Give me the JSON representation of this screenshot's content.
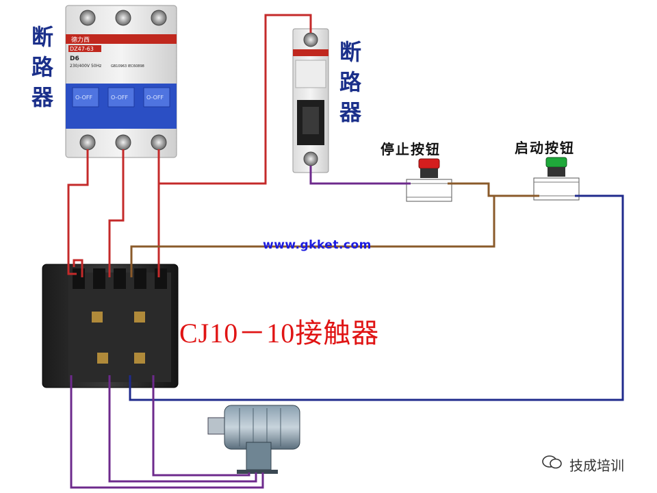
{
  "labels": {
    "breaker_3p": "断路器",
    "breaker_1p": "断路器",
    "stop_button": "停止按钮",
    "start_button": "启动按钮",
    "contactor": "CJ10－10接触器",
    "website": "www.gkket.com",
    "watermark": "技成培训"
  },
  "breaker_3p_face": {
    "brand": "德力西",
    "model": "DZ47-63",
    "rating": "D6",
    "voltage": "230/400V 50Hz",
    "standard": "GB10963 IEC60898",
    "on_off": [
      "O-OFF",
      "O-OFF",
      "O-OFF"
    ]
  },
  "colors": {
    "wire_red": "#c42a2a",
    "wire_blue": "#1f2a8c",
    "wire_purple": "#6d2a8c",
    "wire_brown": "#8a5a2a",
    "label_blue": "#1a2f8a",
    "label_red": "#e01414",
    "url_blue": "#1c1ce0",
    "stop_button": "#d41e1e",
    "start_button": "#1fa83a"
  }
}
